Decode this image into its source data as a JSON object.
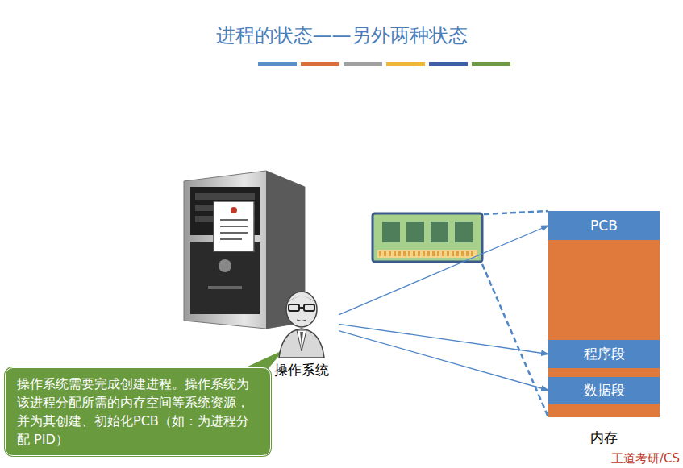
{
  "diagram": {
    "title": "进程的状态——另外两种状态",
    "nodes": [
      {
        "text": [
          "操作系统"
        ]
      },
      {
        "text": [
          "操作系统需要完成创建进程。操作系统为该进程分配所需的内存空间等系统资源，并为其创建、初始化PCB（如：为进程分配 PID）"
        ]
      },
      {
        "text": [
          "内存"
        ]
      },
      {
        "text": [
          "PCB"
        ],
        "in": 2
      },
      {
        "text": [
          "程序段"
        ],
        "in": 2
      },
      {
        "text": [
          "数据段"
        ],
        "in": 2
      }
    ],
    "edges": [
      {
        "from": 0,
        "to": 3,
        "arrow": "to"
      },
      {
        "from": 0,
        "to": 4,
        "arrow": "to"
      },
      {
        "from": 0,
        "to": 5,
        "arrow": "to"
      }
    ],
    "labels": [
      "王道考研/CS"
    ]
  }
}
